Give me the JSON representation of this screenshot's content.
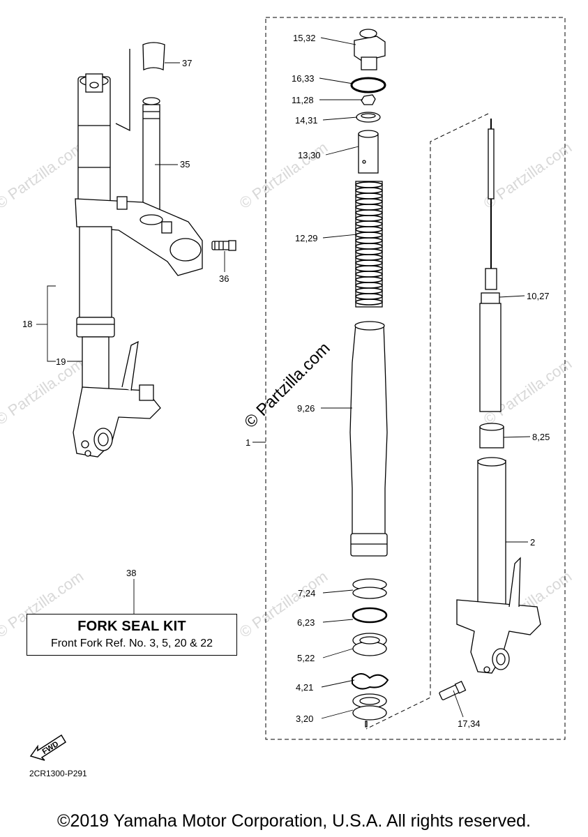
{
  "watermark": "© Partzilla.com",
  "callouts": {
    "c37": "37",
    "c35": "35",
    "c36": "36",
    "c18": "18",
    "c19": "19",
    "c1": "1",
    "c38": "38",
    "c15_32": "15,32",
    "c16_33": "16,33",
    "c11_28": "11,28",
    "c14_31": "14,31",
    "c13_30": "13,30",
    "c12_29": "12,29",
    "c9_26": "9,26",
    "c7_24": "7,24",
    "c6_23": "6,23",
    "c5_22": "5,22",
    "c4_21": "4,21",
    "c3_20": "3,20",
    "c10_27": "10,27",
    "c8_25": "8,25",
    "c2": "2",
    "c17_34": "17,34"
  },
  "kit": {
    "title": "FORK SEAL KIT",
    "subtitle": "Front Fork Ref. No. 3, 5, 20 & 22"
  },
  "fwd_label": "FWD",
  "diagram_code": "2CR1300-P291",
  "footer": "©2019 Yamaha Motor Corporation, U.S.A. All rights reserved."
}
